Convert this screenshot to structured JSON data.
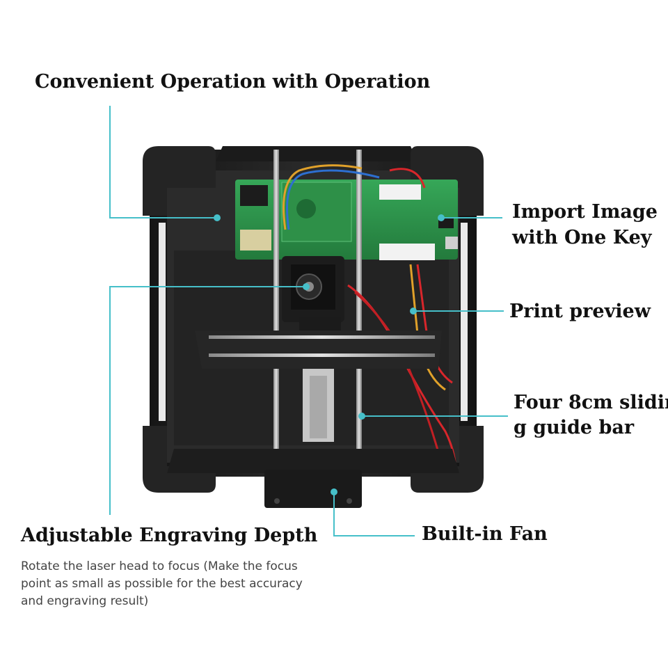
{
  "callouts": {
    "top": "Convenient Operation with Operation",
    "import_line1": "Import Image",
    "import_line2": "with One Key",
    "preview": "Print preview",
    "guide_line1": "Four 8cm slidin",
    "guide_line2": "g guide bar",
    "fan": "Built-in Fan",
    "depth_title": "Adjustable Engraving Depth",
    "depth_desc_1": "Rotate the laser head to focus (Make the focus",
    "depth_desc_2": "point as small as possible for the best accuracy",
    "depth_desc_3": "and engraving result)"
  },
  "colors": {
    "leader": "#46bfc9",
    "frame": "#1e1e1e",
    "pcb": "#2f9a4f",
    "wire_red": "#d8262b"
  }
}
